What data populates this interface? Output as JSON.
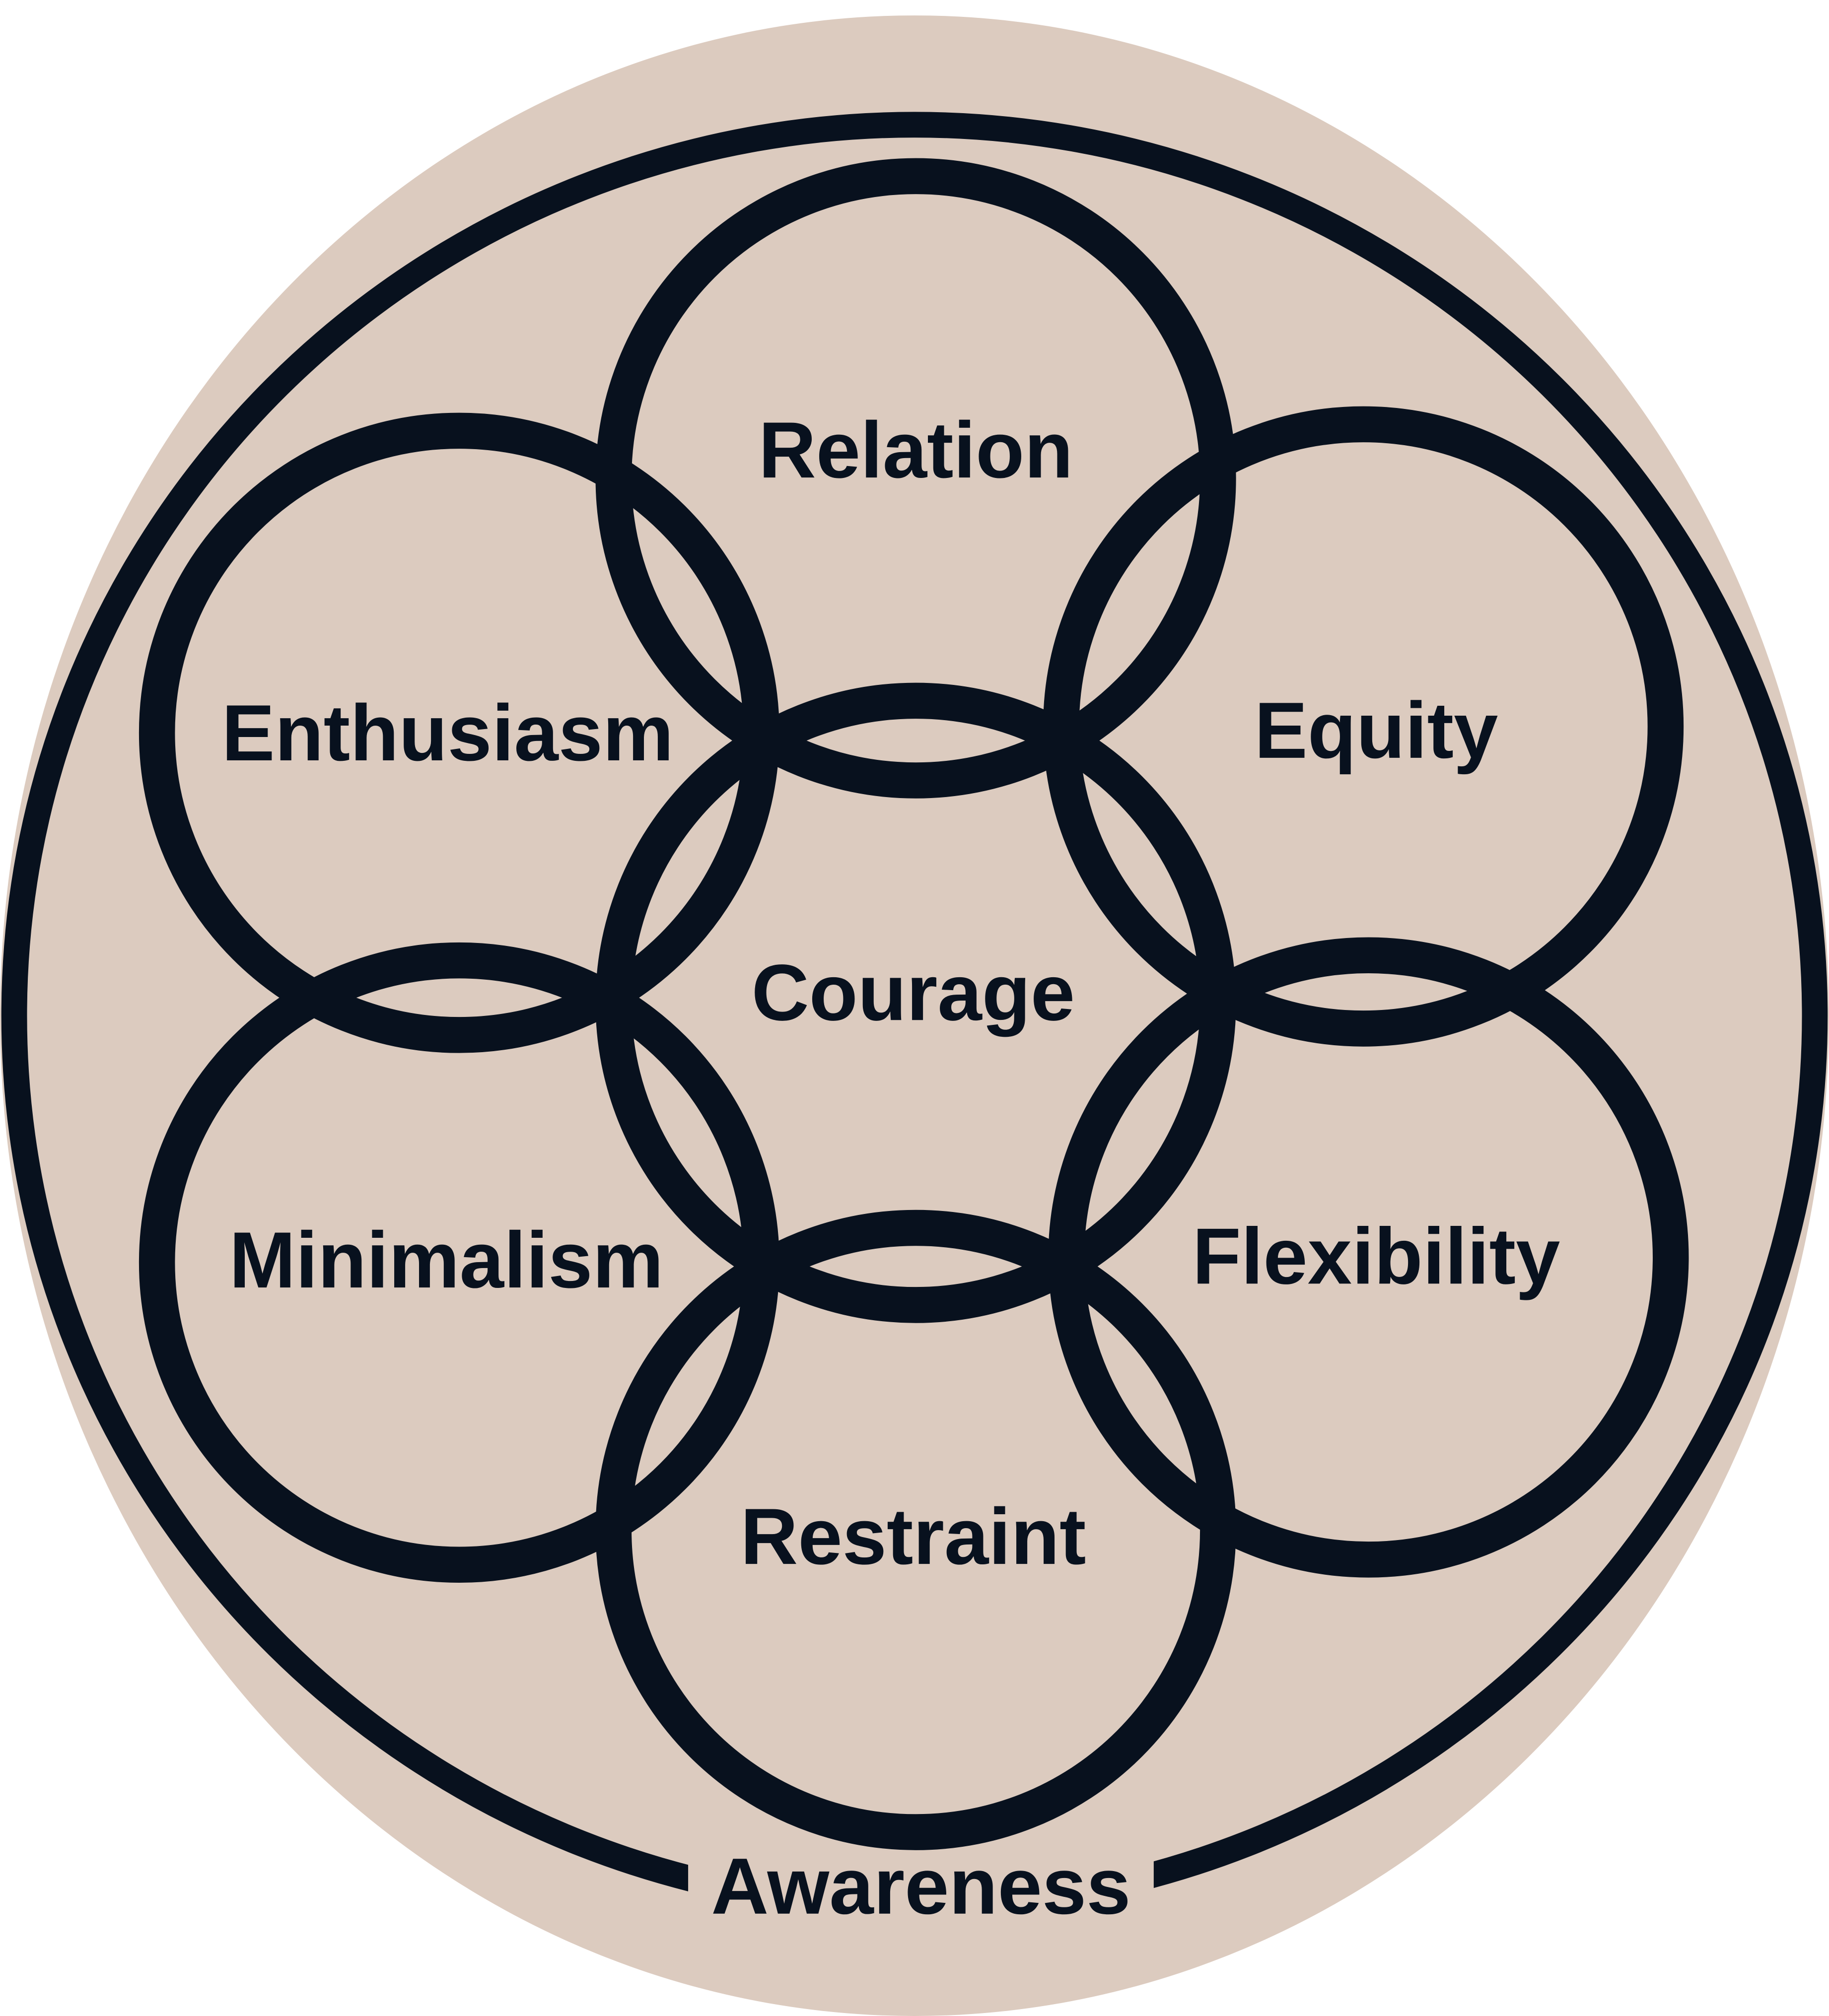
{
  "colors": {
    "background": "#dccbbf",
    "ink": "#08111e"
  },
  "outer": {
    "label": "Awareness"
  },
  "circles": [
    {
      "id": "relation",
      "label": "Relation"
    },
    {
      "id": "enthusiasm",
      "label": "Enthusiasm"
    },
    {
      "id": "equity",
      "label": "Equity"
    },
    {
      "id": "courage",
      "label": "Courage"
    },
    {
      "id": "minimalism",
      "label": "Minimalism"
    },
    {
      "id": "flexibility",
      "label": "Flexibility"
    },
    {
      "id": "restraint",
      "label": "Restraint"
    }
  ]
}
